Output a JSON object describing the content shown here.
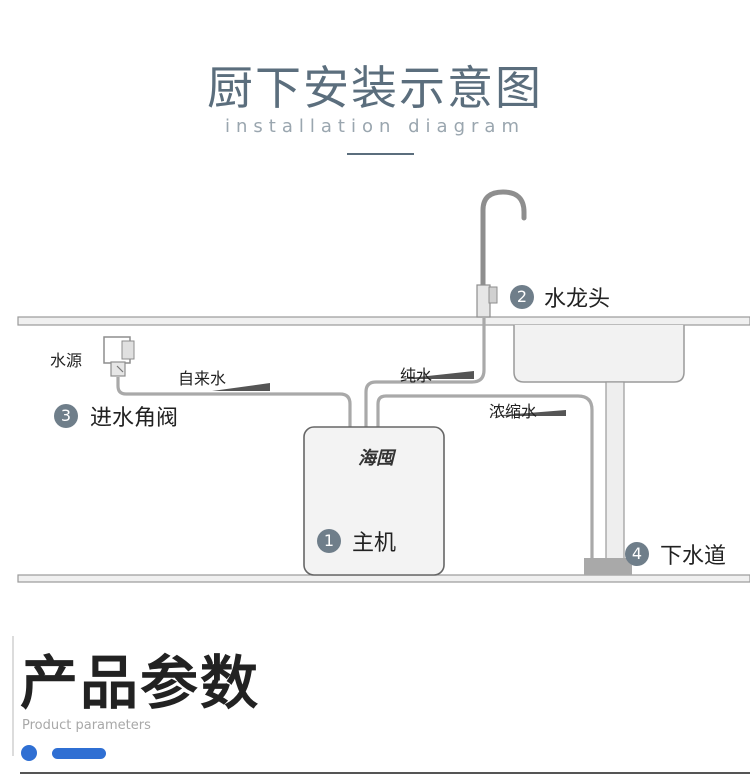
{
  "header": {
    "title": "厨下安装示意图",
    "subtitle": "installation diagram"
  },
  "diagram": {
    "unit": {
      "number": "1",
      "label": "主机",
      "logo": "海囤"
    },
    "faucet": {
      "number": "2",
      "label": "水龙头"
    },
    "inlet_valve": {
      "number": "3",
      "label": "进水角阀"
    },
    "drain": {
      "number": "4",
      "label": "下水道"
    },
    "water_source_label": "水源",
    "pipe_labels": {
      "tap_water": "自来水",
      "pure_water": "纯水",
      "concentrate": "浓缩水"
    }
  },
  "section": {
    "title": "产品参数",
    "subtitle": "Product parameters"
  },
  "colors": {
    "title": "#5b6e7d",
    "badge": "#6f7e8a",
    "accent": "#2f6fd3",
    "pipe": "#a9a9a9"
  }
}
